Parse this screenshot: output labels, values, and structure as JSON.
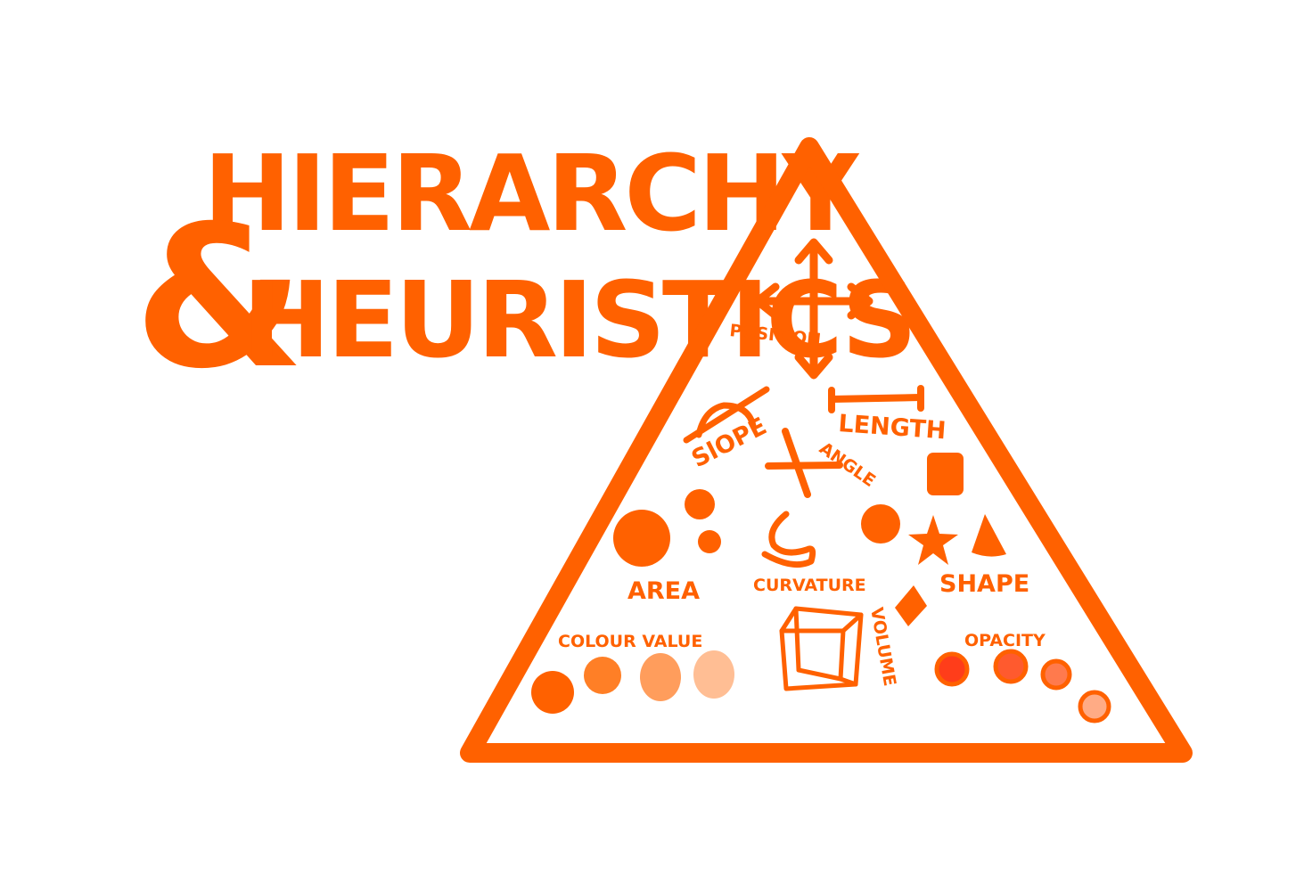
{
  "title": {
    "line1": "HIERARCHY",
    "ampersand": "&",
    "line2": "HEURISTICS"
  },
  "labels": {
    "position": "POSITION",
    "length": "LENGTH",
    "slope": "SlOPE",
    "angle": "ANGLE",
    "area": "AREA",
    "curvature": "CURVATURE",
    "shape": "SHAPE",
    "colour_value": "COLOUR VALUE",
    "volume": "VOLUME",
    "opacity": "OPACITY"
  },
  "colors": {
    "accent": "#ff6100",
    "colour_value_swatches": [
      "#ff6100",
      "#ff7f26",
      "#ff9d5c",
      "#ffbe94"
    ],
    "opacity_swatches": [
      "#ff3d1a",
      "#ff5a2e",
      "#ff7a4d",
      "#ffab85"
    ]
  }
}
